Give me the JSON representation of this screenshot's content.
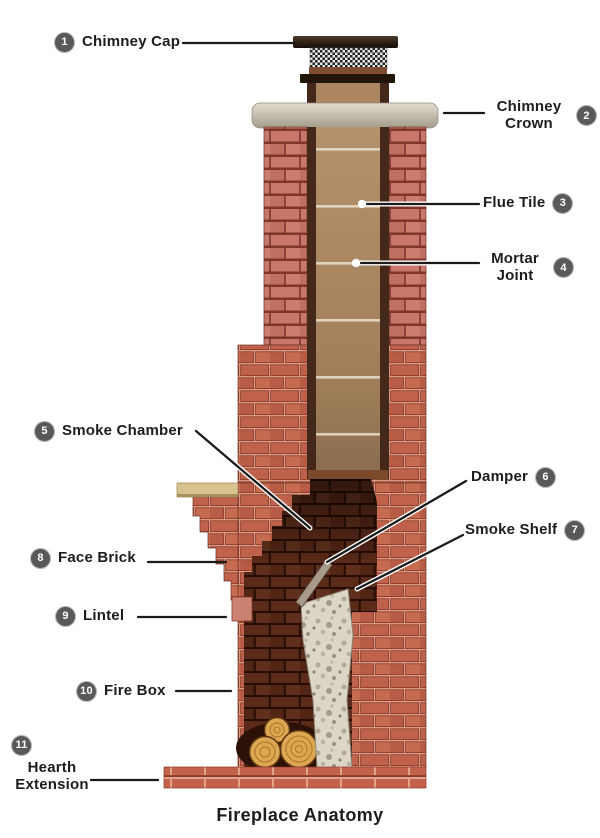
{
  "title": "Fireplace Anatomy",
  "labels": [
    {
      "num": "1",
      "text": "Chimney Cap"
    },
    {
      "num": "2",
      "text": "Chimney Crown"
    },
    {
      "num": "3",
      "text": "Flue Tile"
    },
    {
      "num": "4",
      "text": "Mortar Joint"
    },
    {
      "num": "5",
      "text": "Smoke Chamber"
    },
    {
      "num": "6",
      "text": "Damper"
    },
    {
      "num": "7",
      "text": "Smoke Shelf"
    },
    {
      "num": "8",
      "text": "Face Brick"
    },
    {
      "num": "9",
      "text": "Lintel"
    },
    {
      "num": "10",
      "text": "Fire Box"
    },
    {
      "num": "11",
      "text": "Hearth Extension"
    }
  ],
  "colors": {
    "badge": "#58595b",
    "text": "#1d1d1f",
    "brick": "#c0624b",
    "brick_joint_dark": "#7e352b",
    "brick_joint_light": "#d99a82",
    "firebox_brick": "#5b2a18",
    "flue_tile": "#b6926c",
    "crown": "#c9c3b4",
    "stone": "#ddd6c7",
    "log": "#dca752",
    "leader_line": "#1b1b1b"
  }
}
